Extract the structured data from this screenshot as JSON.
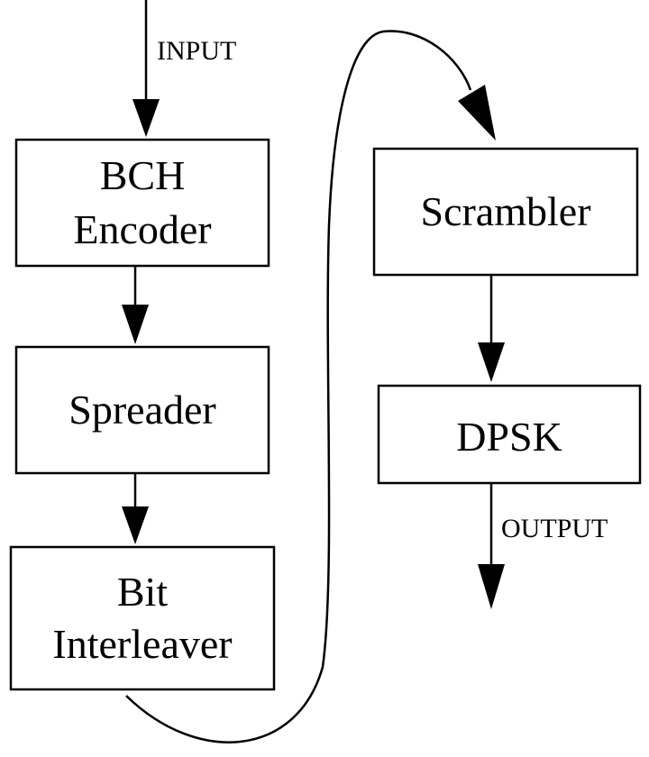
{
  "labels": {
    "input": "INPUT",
    "output": "OUTPUT"
  },
  "blocks": {
    "bch_encoder": {
      "line1": "BCH",
      "line2": "Encoder"
    },
    "spreader": {
      "label": "Spreader"
    },
    "bit_interleaver": {
      "line1": "Bit",
      "line2": "Interleaver"
    },
    "scrambler": {
      "label": "Scrambler"
    },
    "dpsk": {
      "label": "DPSK"
    }
  }
}
